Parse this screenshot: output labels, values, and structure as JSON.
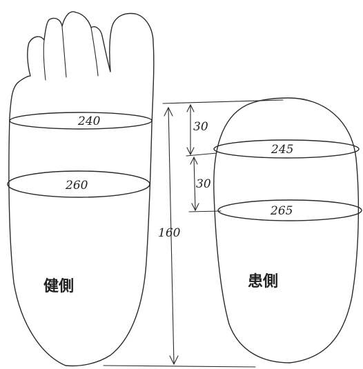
{
  "healthy_foot": {
    "label": "健側",
    "width_upper": "240",
    "width_lower": "260"
  },
  "affected_foot": {
    "label": "患側",
    "width_upper": "245",
    "width_lower": "265"
  },
  "dimensions": {
    "spacing_1": "30",
    "spacing_2": "30",
    "length": "160"
  }
}
